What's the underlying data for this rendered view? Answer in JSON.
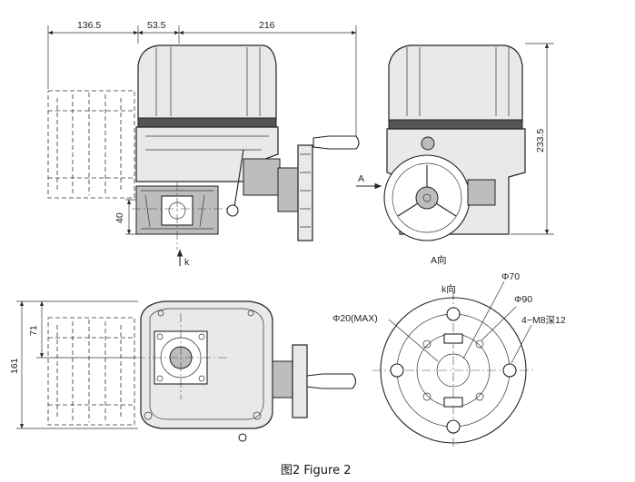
{
  "dimensions": {
    "front_left": "136.5",
    "front_mid": "53.5",
    "front_right": "216",
    "front_height_low": "40",
    "side_height": "233.5",
    "plan_offset": "71",
    "plan_height": "161",
    "bore": "Φ20(MAX)",
    "pcd_inner": "Φ70",
    "pcd_outer": "Φ90",
    "holes": "4−M8深12"
  },
  "view_labels": {
    "arrow_k": "k",
    "arrow_a": "A",
    "view_a": "A向",
    "view_k": "k向"
  },
  "caption": "图2 Figure 2"
}
